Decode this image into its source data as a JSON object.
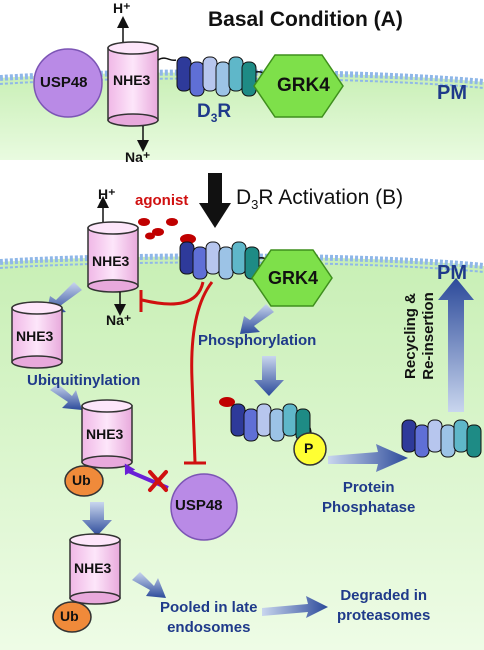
{
  "panel_a": {
    "title": "Basal Condition (A)",
    "membrane_label": "PM",
    "nhe3": "NHE3",
    "usp48": "USP48",
    "grk4": "GRK4",
    "d3r_main": "D",
    "d3r_sub": "3",
    "d3r_end": "R",
    "h_ion": "H⁺",
    "na_ion": "Na⁺"
  },
  "panel_b": {
    "title_pre": "D",
    "title_sub": "3",
    "title_post": "R Activation (B)",
    "agonist": "agonist",
    "h_ion": "H⁺",
    "na_ion": "Na⁺",
    "nhe3": "NHE3",
    "grk4": "GRK4",
    "usp48": "USP48",
    "membrane_label": "PM",
    "phosphorylation": "Phosphorylation",
    "ubiquitinylation": "Ubiquitinylation",
    "ub": "Ub",
    "p": "P",
    "recycling_line1": "Recycling &",
    "recycling_line2": "Re-insertion",
    "protein_phosphatase_line1": "Protein",
    "protein_phosphatase_line2": "Phosphatase",
    "pooled_line1": "Pooled in late",
    "pooled_line2": "endosomes",
    "degraded_line1": "Degraded in",
    "degraded_line2": "proteasomes"
  },
  "colors": {
    "cell_fill": "#d9f5c9",
    "membrane": "#8fb7e8",
    "nhe3_fill": "#f6c9ee",
    "usp48_fill": "#b98ae6",
    "grk4_fill": "#7ee04a",
    "ub_fill": "#f08a3a",
    "p_fill": "#ffff33",
    "inhibit_line": "#d01010",
    "label_blue": "#1f3a8a"
  }
}
